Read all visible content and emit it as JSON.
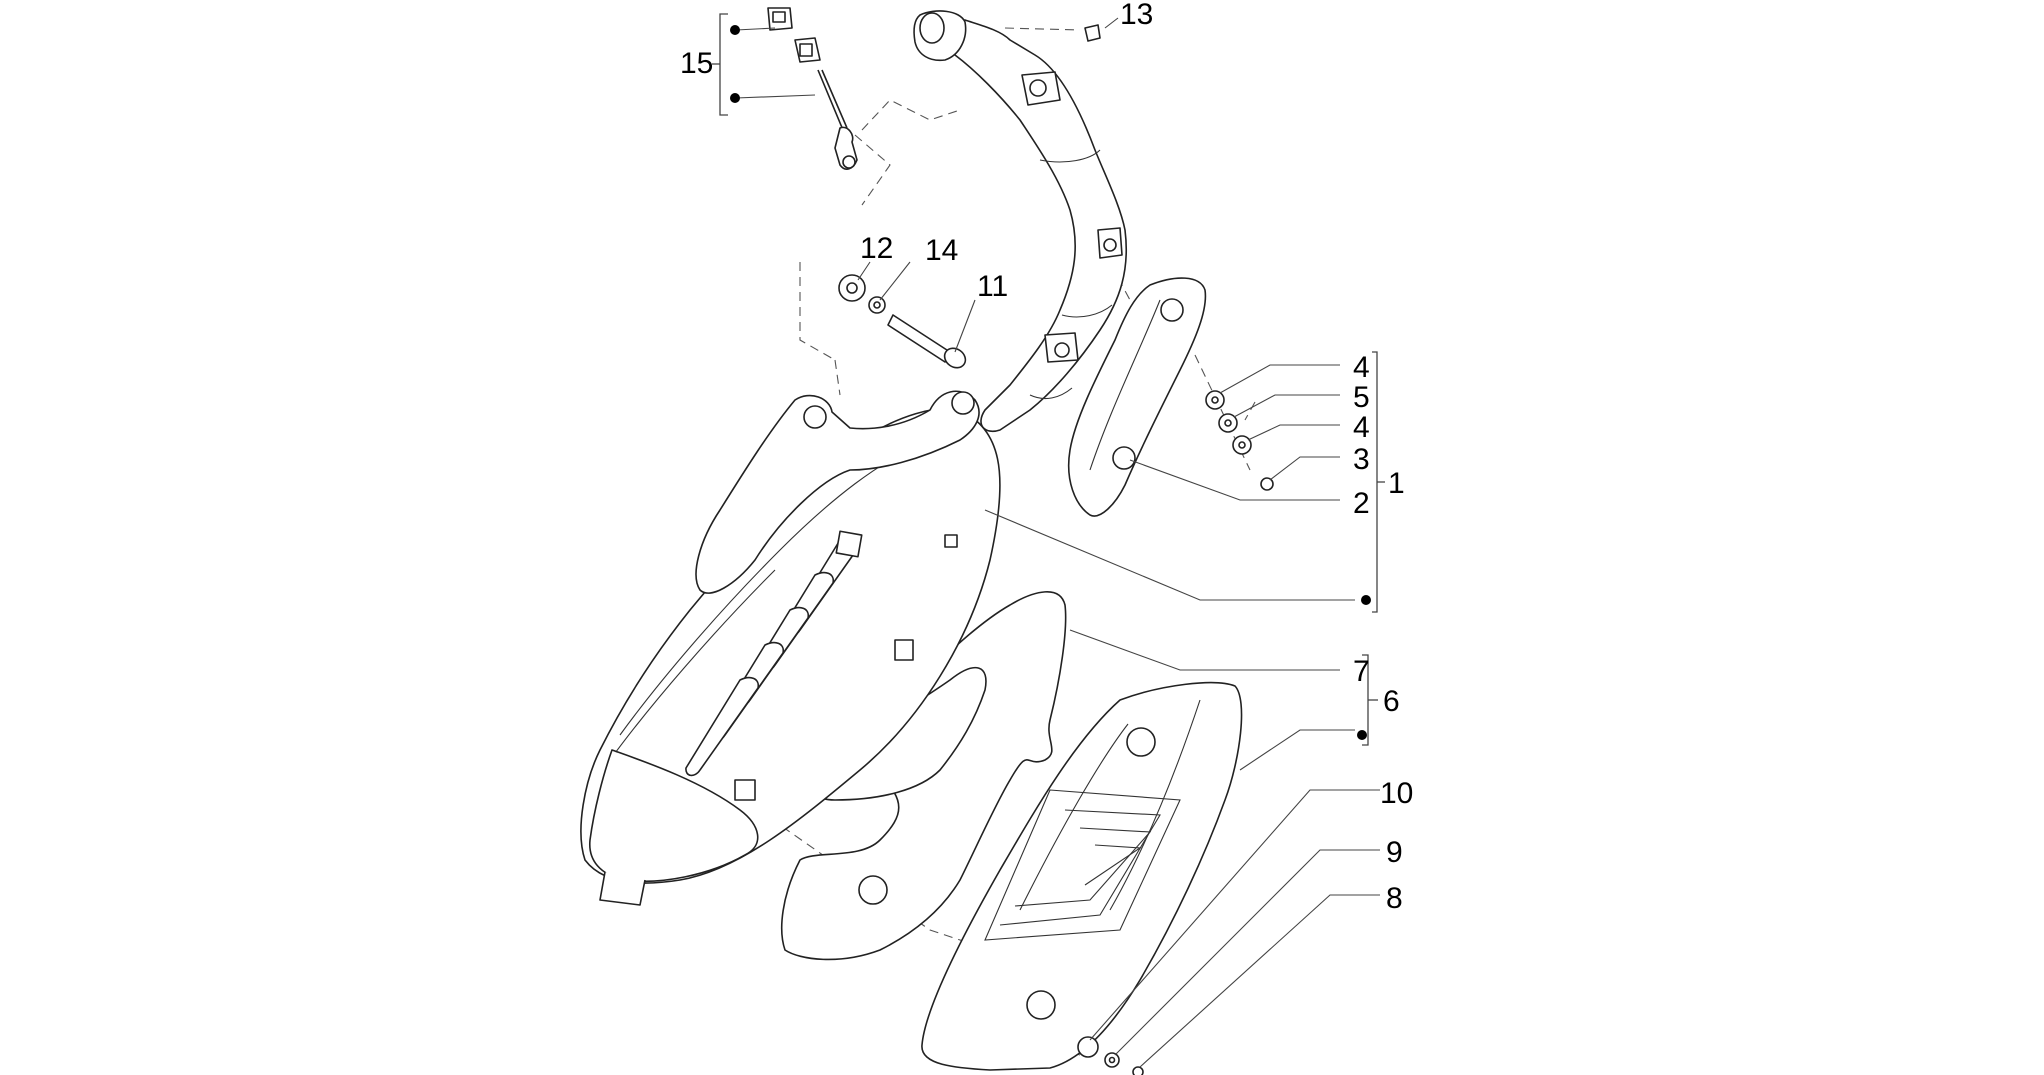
{
  "diagram": {
    "callouts": [
      {
        "id": "c1",
        "text": "1"
      },
      {
        "id": "c2",
        "text": "2"
      },
      {
        "id": "c3",
        "text": "3"
      },
      {
        "id": "c4a",
        "text": "4"
      },
      {
        "id": "c5",
        "text": "5"
      },
      {
        "id": "c4b",
        "text": "4"
      },
      {
        "id": "c6",
        "text": "6"
      },
      {
        "id": "c7",
        "text": "7"
      },
      {
        "id": "c8",
        "text": "8"
      },
      {
        "id": "c9",
        "text": "9"
      },
      {
        "id": "c10",
        "text": "10"
      },
      {
        "id": "c11",
        "text": "11"
      },
      {
        "id": "c12",
        "text": "12"
      },
      {
        "id": "c13",
        "text": "13"
      },
      {
        "id": "c14",
        "text": "14"
      },
      {
        "id": "c15",
        "text": "15"
      }
    ],
    "colors": {
      "line": "#222222",
      "background": "#ffffff"
    }
  }
}
